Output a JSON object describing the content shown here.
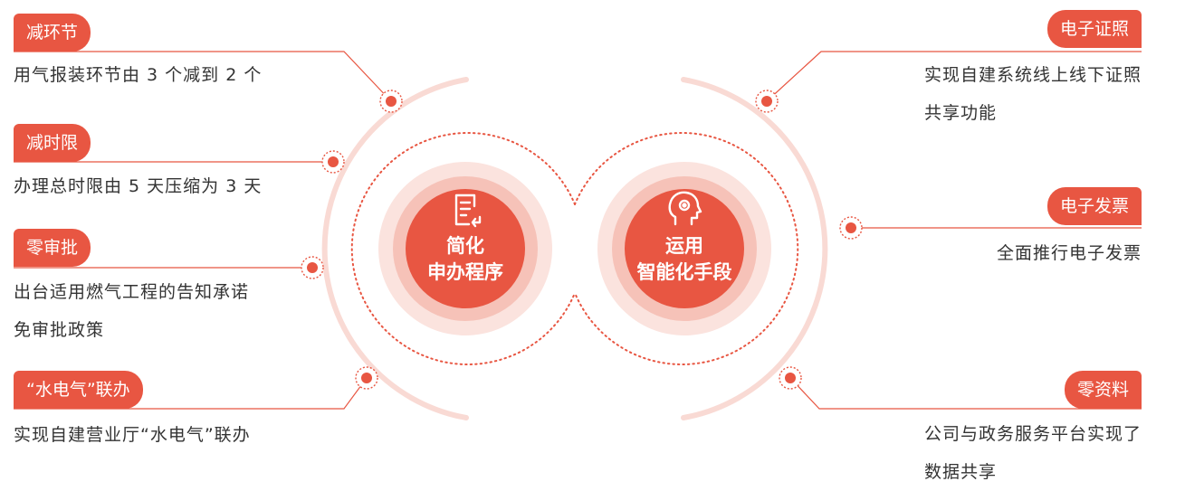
{
  "colors": {
    "accent": "#E85642",
    "ring": "#F9DAD4",
    "text": "#333333"
  },
  "left_items": [
    {
      "tag": "减环节",
      "lines": [
        "用气报装环节由 3 个减到 2 个"
      ]
    },
    {
      "tag": "减时限",
      "lines": [
        "办理总时限由 5 天压缩为 3 天"
      ]
    },
    {
      "tag": "零审批",
      "lines": [
        "出台适用燃气工程的告知承诺",
        "免审批政策"
      ]
    },
    {
      "tag": "“水电气”联办",
      "lines": [
        "实现自建营业厅“水电气”联办"
      ]
    }
  ],
  "right_items": [
    {
      "tag": "电子证照",
      "lines": [
        "实现自建系统线上线下证照",
        "共享功能"
      ]
    },
    {
      "tag": "电子发票",
      "lines": [
        "全面推行电子发票"
      ]
    },
    {
      "tag": "零资料",
      "lines": [
        "公司与政务服务平台实现了",
        "数据共享"
      ]
    }
  ],
  "hubs": {
    "left": {
      "line1": "简化",
      "line2": "申办程序",
      "icon": "document-return-icon"
    },
    "right": {
      "line1": "运用",
      "line2": "智能化手段",
      "icon": "smart-head-icon"
    }
  }
}
